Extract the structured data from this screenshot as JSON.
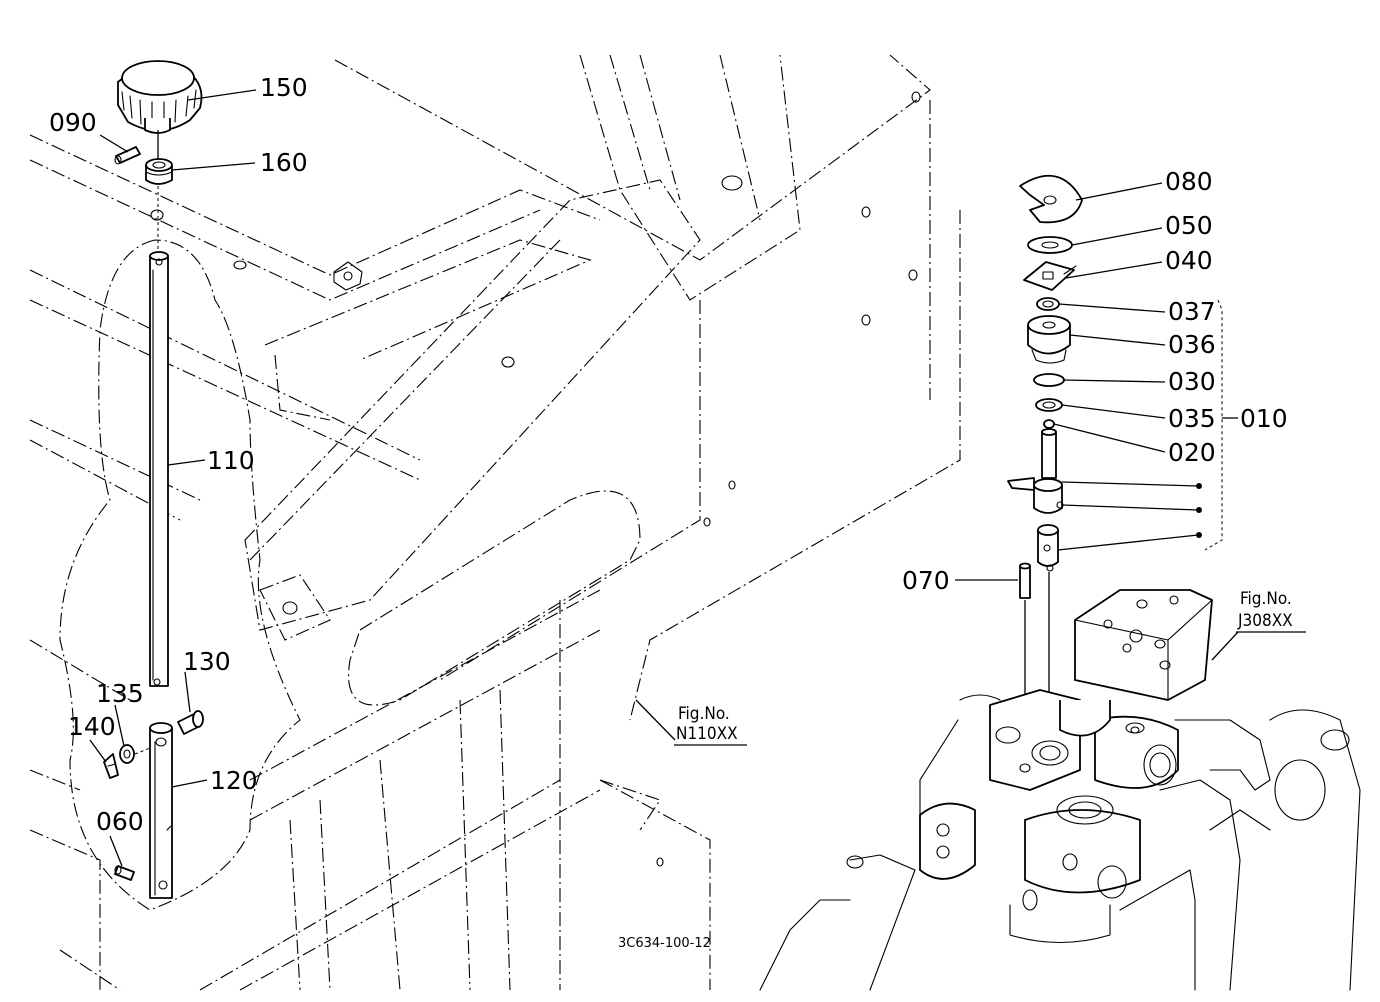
{
  "callouts": {
    "c150": "150",
    "c090": "090",
    "c160": "160",
    "c110": "110",
    "c130": "130",
    "c135": "135",
    "c140": "140",
    "c120": "120",
    "c060": "060",
    "c080": "080",
    "c050": "050",
    "c040": "040",
    "c037": "037",
    "c036": "036",
    "c030": "030",
    "c035": "035",
    "c010": "010",
    "c020": "020",
    "c070": "070"
  },
  "figure_refs": {
    "n110": {
      "label": "Fig.No.",
      "code": "N110XX"
    },
    "j308": {
      "label": "Fig.No.",
      "code": "J308XX"
    }
  },
  "document_id": "3C634-100-12"
}
